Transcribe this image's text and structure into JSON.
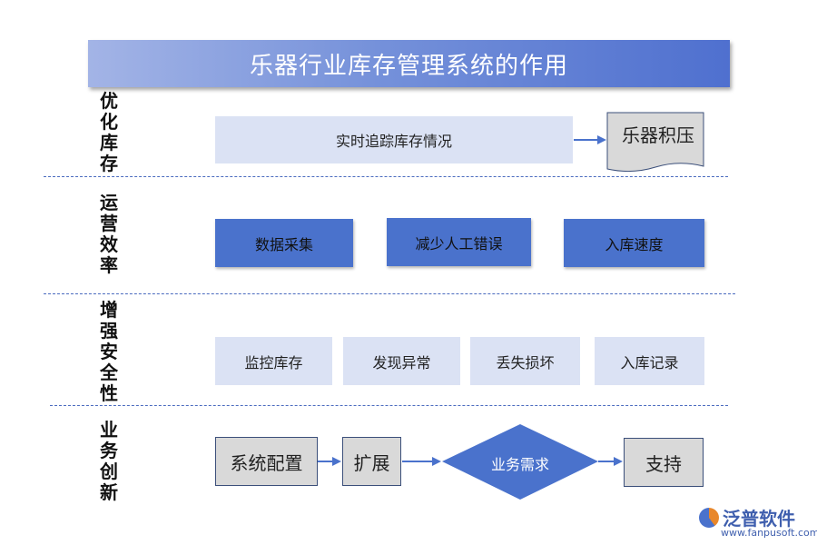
{
  "title": "乐器行业库存管理系统的作用",
  "sections": [
    {
      "label": "优化库存",
      "items": [
        "实时追踪库存情况"
      ],
      "result": "乐器积压"
    },
    {
      "label": "运营效率",
      "items": [
        "数据采集",
        "减少人工错误",
        "入库速度"
      ]
    },
    {
      "label": "增强安全性",
      "items": [
        "监控库存",
        "发现异常",
        "丢失损坏",
        "入库记录"
      ]
    },
    {
      "label": "业务创新",
      "flow": [
        "系统配置",
        "扩展",
        "业务需求",
        "支持"
      ]
    }
  ],
  "logo": {
    "name": "泛普软件",
    "url": "www.fanpusoft.com"
  },
  "colors": {
    "banner": "#4f70cf",
    "dark_box": "#4a72cc",
    "light_box": "#dbe2f4",
    "gray_box": "#d9d9d9",
    "arrow": "#4a72cc"
  }
}
